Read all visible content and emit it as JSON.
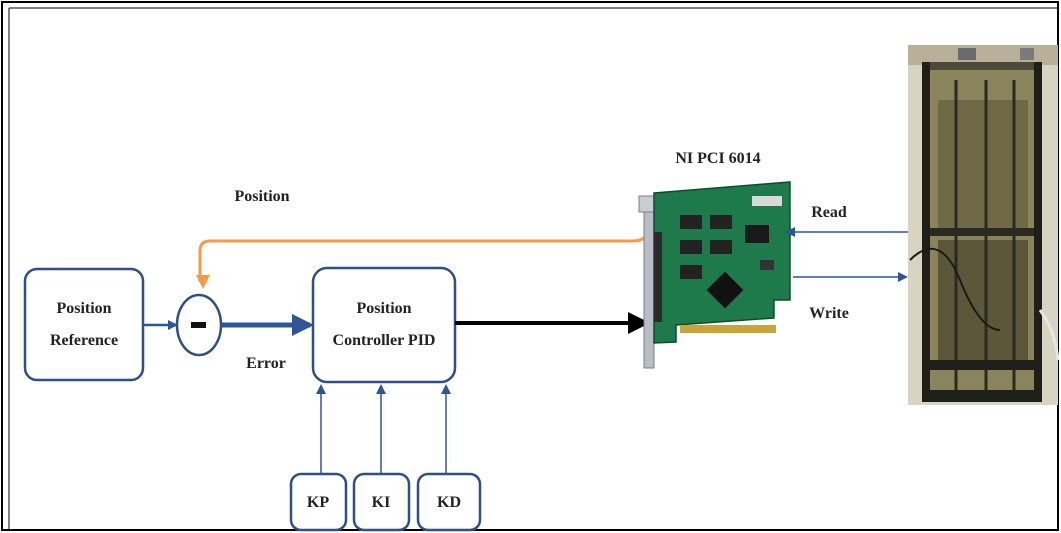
{
  "labels": {
    "position_reference_line1": "Position",
    "position_reference_line2": "Reference",
    "sum_sign": "-",
    "error": "Error",
    "controller_line1": "Position",
    "controller_line2": "Controller PID",
    "kp": "KP",
    "ki": "KI",
    "kd": "KD",
    "position_feedback": "Position",
    "daq_card": "NI PCI 6014",
    "read": "Read",
    "write": "Write"
  },
  "colors": {
    "block_border": "#2f4f86",
    "signal_arrow": "#2f5597",
    "feedback_arrow": "#f59a45",
    "output_arrow": "#000000",
    "pcb_green": "#1e7a4a"
  }
}
